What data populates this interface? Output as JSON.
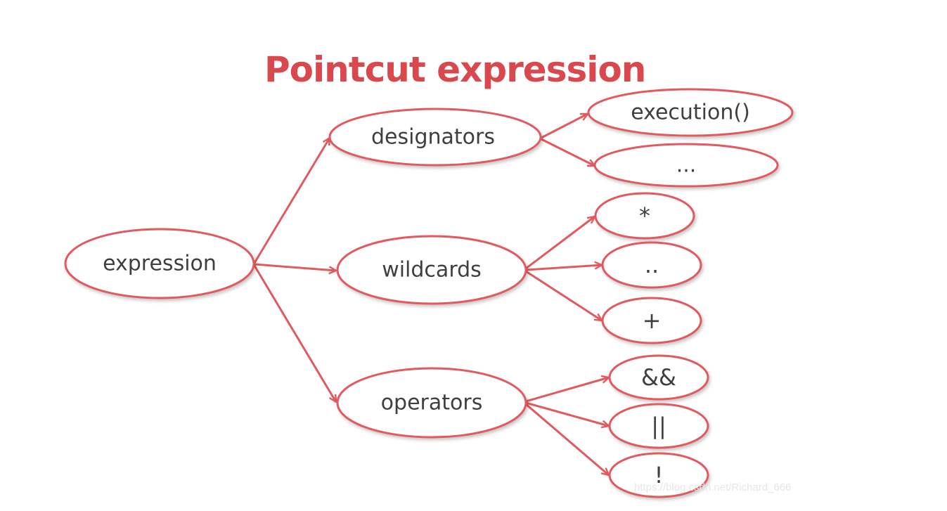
{
  "title": "Pointcut expression",
  "nodes": {
    "expression": "expression",
    "designators": "designators",
    "wildcards": "wildcards",
    "operators": "operators",
    "execution": "execution()",
    "designators_more": "...",
    "wildcard_star": "*",
    "wildcard_dotdot": "..",
    "wildcard_plus": "+",
    "op_and": "&&",
    "op_or": "||",
    "op_not": "!"
  },
  "watermark": "https://blog.csdn.net/Richard_666",
  "colors": {
    "title": "#d9484c",
    "stroke": "#e05a5e",
    "text": "#3f3f3f"
  }
}
